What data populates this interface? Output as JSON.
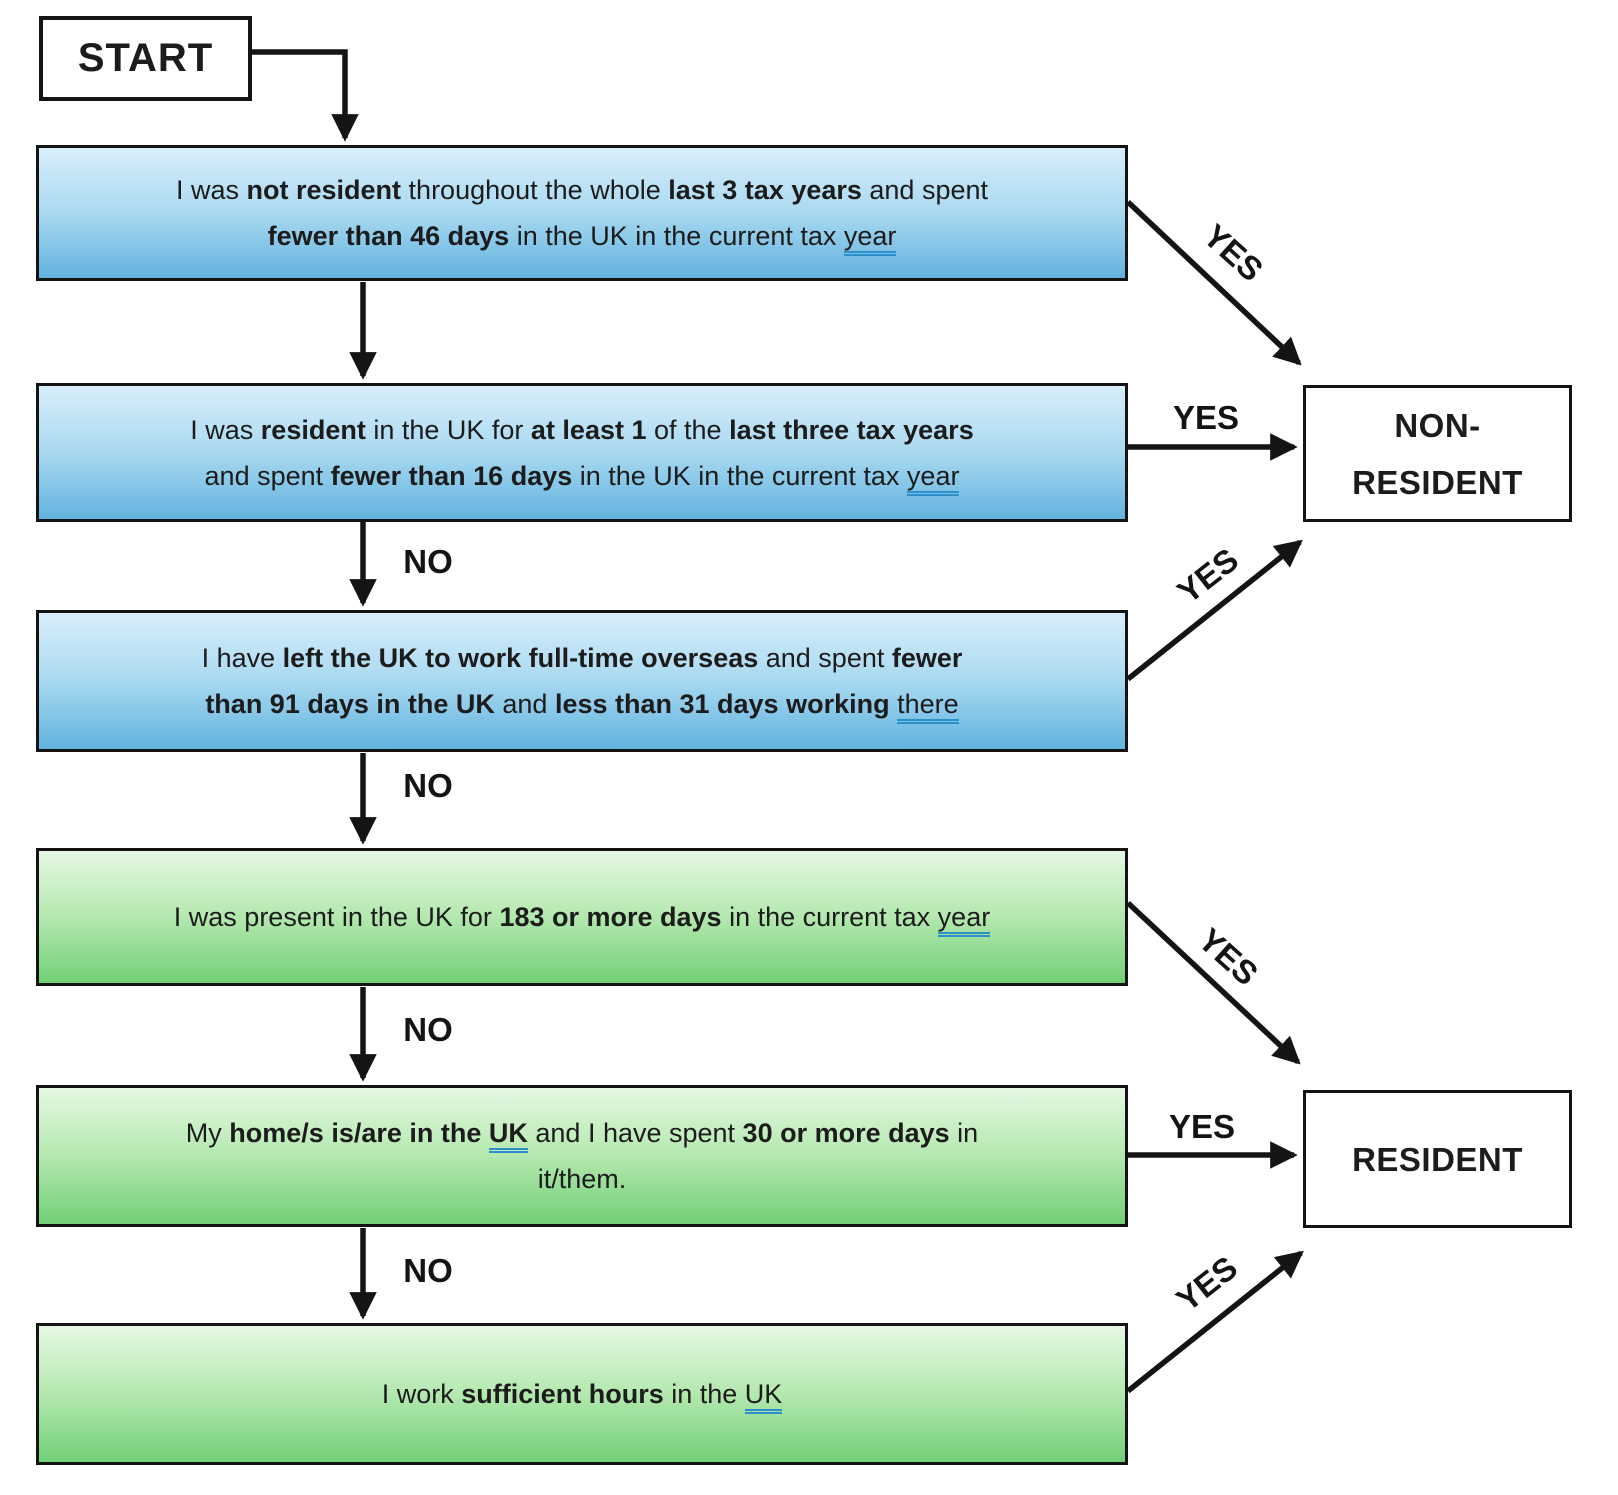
{
  "flow": {
    "title_hint": "UK statutory residence test flowchart",
    "start": {
      "label": "START"
    },
    "decisions": [
      {
        "id": "not-resident-46-days",
        "color_variant": "blue",
        "segments": [
          {
            "t": "I was "
          },
          {
            "t": "not resident",
            "b": true
          },
          {
            "t": " throughout the whole "
          },
          {
            "t": "last 3 tax years",
            "b": true
          },
          {
            "t": " and spent"
          },
          {
            "br": true
          },
          {
            "t": "fewer than 46 days",
            "b": true
          },
          {
            "t": " in the UK in the current tax "
          },
          {
            "t": "year",
            "u": true
          }
        ]
      },
      {
        "id": "resident-16-days",
        "color_variant": "blue",
        "segments": [
          {
            "t": "I was "
          },
          {
            "t": "resident",
            "b": true
          },
          {
            "t": " in the UK for "
          },
          {
            "t": "at least 1",
            "b": true
          },
          {
            "t": " of the "
          },
          {
            "t": "last three tax years",
            "b": true
          },
          {
            "br": true
          },
          {
            "t": "and spent "
          },
          {
            "t": "fewer than 16 days",
            "b": true
          },
          {
            "t": " in the UK in the current tax "
          },
          {
            "t": "year",
            "u": true
          }
        ]
      },
      {
        "id": "work-overseas-91-days",
        "color_variant": "blue",
        "segments": [
          {
            "t": "I have "
          },
          {
            "t": "left the UK to work full-time overseas",
            "b": true
          },
          {
            "t": " and spent "
          },
          {
            "t": "fewer",
            "b": true
          },
          {
            "br": true
          },
          {
            "t": "than 91 days in the UK",
            "b": true
          },
          {
            "t": " and "
          },
          {
            "t": "less than 31 days working",
            "b": true
          },
          {
            "t": " "
          },
          {
            "t": "there",
            "u": true
          }
        ]
      },
      {
        "id": "present-183-days",
        "color_variant": "green",
        "segments": [
          {
            "t": "I was present in the UK for "
          },
          {
            "t": "183 or more days",
            "b": true
          },
          {
            "t": " in the current tax "
          },
          {
            "t": "year",
            "u": true
          }
        ]
      },
      {
        "id": "home-30-days",
        "color_variant": "green",
        "segments": [
          {
            "t": "My "
          },
          {
            "t": "home/s is/are in the ",
            "b": true
          },
          {
            "t": "UK",
            "b": true,
            "u": true
          },
          {
            "t": " and I have spent "
          },
          {
            "t": "30 or more days",
            "b": true
          },
          {
            "t": " in"
          },
          {
            "br": true
          },
          {
            "t": "it/them."
          }
        ]
      },
      {
        "id": "sufficient-hours",
        "color_variant": "green",
        "segments": [
          {
            "t": "I work "
          },
          {
            "t": "sufficient hours",
            "b": true
          },
          {
            "t": " in the "
          },
          {
            "t": "UK",
            "u": true
          }
        ]
      }
    ],
    "outcomes": [
      {
        "id": "non-resident",
        "label": "NON-RESIDENT",
        "lines": [
          "NON-",
          "RESIDENT"
        ]
      },
      {
        "id": "resident",
        "label": "RESIDENT",
        "lines": [
          "RESIDENT"
        ]
      }
    ],
    "edges": [
      {
        "from": "start",
        "to": "not-resident-46-days",
        "label": ""
      },
      {
        "from": "not-resident-46-days",
        "to": "resident-16-days",
        "label": ""
      },
      {
        "from": "resident-16-days",
        "to": "work-overseas-91-days",
        "label": "NO"
      },
      {
        "from": "work-overseas-91-days",
        "to": "present-183-days",
        "label": "NO"
      },
      {
        "from": "present-183-days",
        "to": "home-30-days",
        "label": "NO"
      },
      {
        "from": "home-30-days",
        "to": "sufficient-hours",
        "label": "NO"
      },
      {
        "from": "not-resident-46-days",
        "to": "non-resident",
        "label": "YES"
      },
      {
        "from": "resident-16-days",
        "to": "non-resident",
        "label": "YES"
      },
      {
        "from": "work-overseas-91-days",
        "to": "non-resident",
        "label": "YES"
      },
      {
        "from": "present-183-days",
        "to": "resident",
        "label": "YES"
      },
      {
        "from": "home-30-days",
        "to": "resident",
        "label": "YES"
      },
      {
        "from": "sufficient-hours",
        "to": "resident",
        "label": "YES"
      }
    ],
    "colors": {
      "decision_blue_top": "#d8eefa",
      "decision_blue_bottom": "#62b3df",
      "decision_green_top": "#e6f8e3",
      "decision_green_bottom": "#72d077",
      "underline_blue": "#2d8fc9",
      "line_black": "#141414"
    }
  }
}
